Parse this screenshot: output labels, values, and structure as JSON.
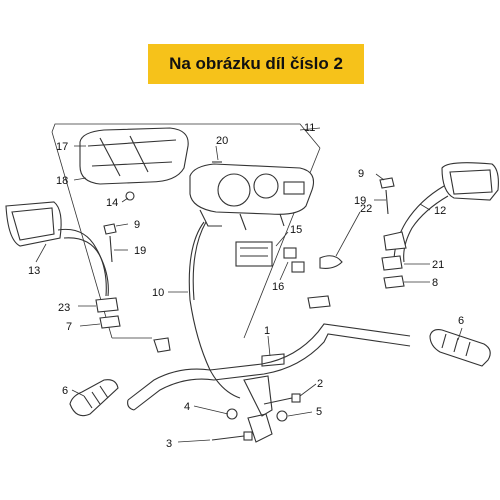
{
  "banner": {
    "text": "Na obrázku díl číslo 2",
    "color": "#f6c21a"
  },
  "callouts": [
    "1",
    "2",
    "3",
    "4",
    "5",
    "6",
    "6",
    "7",
    "8",
    "9",
    "9",
    "10",
    "11",
    "12",
    "13",
    "14",
    "15",
    "16",
    "17",
    "18",
    "19",
    "19",
    "20",
    "21",
    "22",
    "23"
  ]
}
